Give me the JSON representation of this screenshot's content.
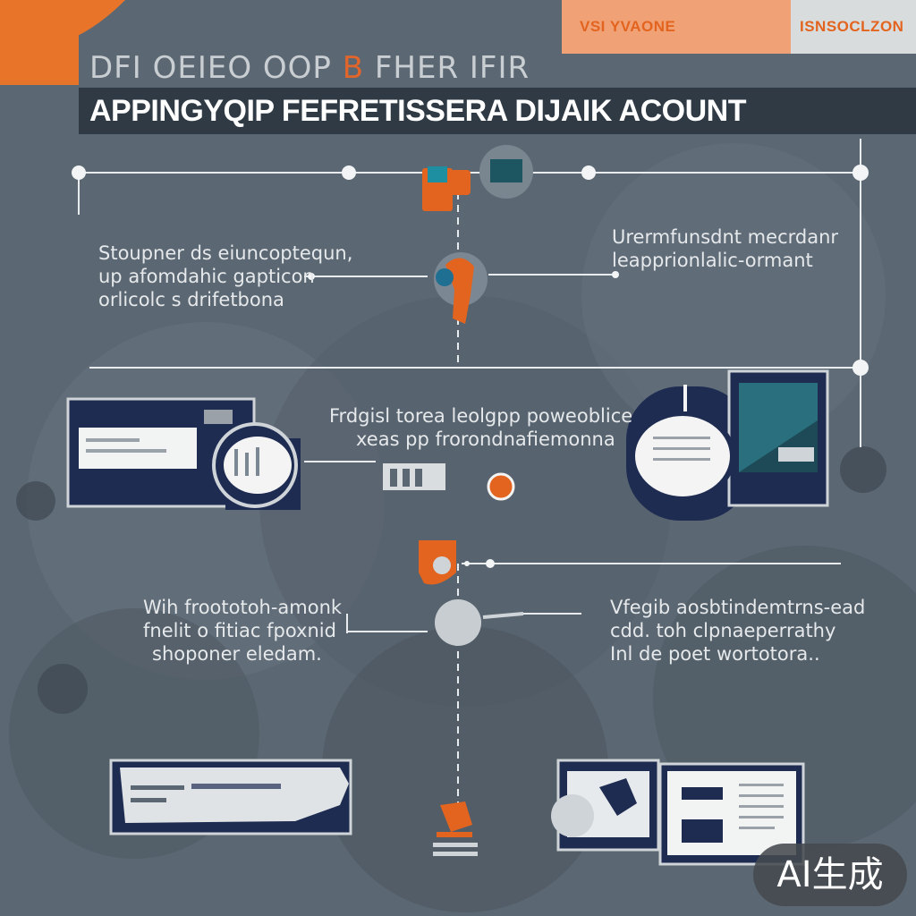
{
  "header": {
    "tab_left": "VSI YVAONE",
    "tab_right": "ISNSOCLZON",
    "subtitle_a": "DFI OEIEO OOP ",
    "subtitle_accent": "B",
    "subtitle_b": " FHER IFIR",
    "title": "APPINGYQIP FEFRETISSERA DIJAIK ACOUNT"
  },
  "callouts": {
    "top_left": [
      "Stoupner ds eiuncoptequn,",
      "up afomdahic gapticon",
      "orlicolc s drifetbona"
    ],
    "top_right": [
      "Urermfunsdnt mecrdanr",
      "leapprionlalic-ormant"
    ],
    "middle": [
      "Frdgisl torea leolgpp poweoblice",
      "xeas pp frorondnafiemonna"
    ],
    "bottom_left": [
      "Wih froototoh-amonk",
      "fnelit o fitiac fpoxnid",
      "shoponer eledam."
    ],
    "bottom_right": [
      "Vfegib aosbtindemtrns-ead",
      "cdd. toh clpnaeperrathy",
      "Inl de poet wortotora.."
    ]
  },
  "badge": {
    "label": "AI生成"
  },
  "colors": {
    "background": "#5b6772",
    "title_bar": "#2f3a44",
    "accent_orange": "#e3641f",
    "navy_panel": "#1f2c52",
    "line": "#e8ecef"
  },
  "icons": [
    "device-icon",
    "wrench-icon",
    "gear-icon",
    "monitor-icon",
    "magnifier-icon"
  ]
}
